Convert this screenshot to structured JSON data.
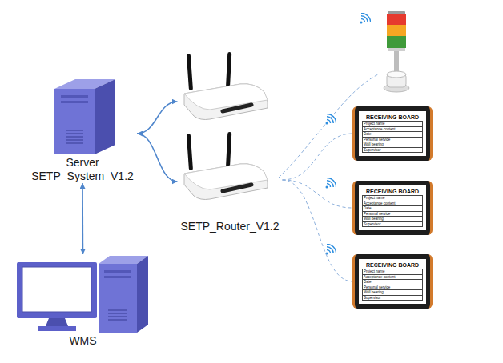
{
  "diagram": {
    "nodes": [
      {
        "text": [
          "Server SETP_System_V1.2"
        ]
      },
      {
        "text": [
          "WMS"
        ]
      },
      {
        "text": [
          "SETP_Router_V1.2"
        ]
      },
      {
        "text": [
          "RECEIVING BOARD",
          "Project name",
          "Acceptance content",
          "Date",
          "Personal service",
          "Wall bearing",
          "Supervisor"
        ]
      },
      {
        "text": [
          "RECEIVING BOARD",
          "Project name",
          "Acceptance content",
          "Date",
          "Personal service",
          "Wall bearing",
          "Supervisor"
        ]
      },
      {
        "text": [
          "RECEIVING BOARD",
          "Project name",
          "Acceptance content",
          "Date",
          "Personal service",
          "Wall bearing",
          "Supervisor"
        ]
      }
    ],
    "edges": [
      {
        "from": 0,
        "to": 2,
        "arrow": "to"
      },
      {
        "from": 0,
        "to": 2,
        "arrow": "both"
      },
      {
        "from": 0,
        "to": 1,
        "arrow": "both"
      },
      {
        "from": 2,
        "to": 3,
        "arrow": "none"
      },
      {
        "from": 2,
        "to": 4,
        "arrow": "none"
      },
      {
        "from": 2,
        "to": 5,
        "arrow": "none"
      }
    ]
  }
}
